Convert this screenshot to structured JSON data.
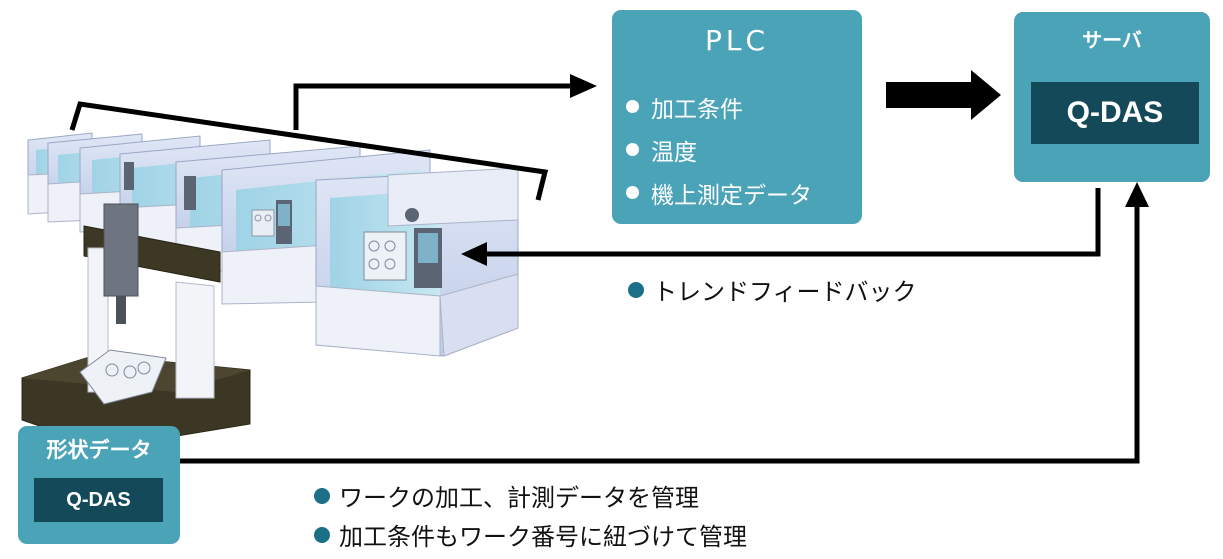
{
  "plc": {
    "title": "PLC",
    "items": [
      "加工条件",
      "温度",
      "機上測定データ"
    ]
  },
  "server": {
    "title": "サーバ",
    "system": "Q-DAS"
  },
  "shape_data": {
    "title": "形状データ",
    "system": "Q-DAS"
  },
  "notes": {
    "trend_feedback": "トレンドフィードバック",
    "manage_data": "ワークの加工、計測データを管理",
    "manage_conditions": "加工条件もワーク番号に紐づけて管理"
  },
  "colors": {
    "box": "#4ba3b8",
    "label_dark": "#14495a",
    "note_dot": "#1b6f86",
    "arrow": "#000000"
  }
}
